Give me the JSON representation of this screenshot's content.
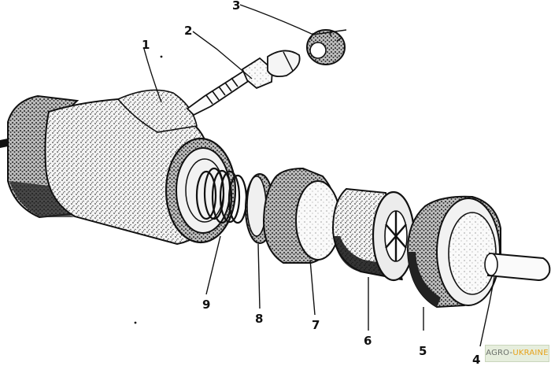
{
  "diagram": {
    "callouts": [
      {
        "id": "1",
        "label": "1"
      },
      {
        "id": "2",
        "label": "2"
      },
      {
        "id": "3",
        "label": "3"
      },
      {
        "id": "4",
        "label": "4"
      },
      {
        "id": "5",
        "label": "5"
      },
      {
        "id": "6",
        "label": "6"
      },
      {
        "id": "7",
        "label": "7"
      },
      {
        "id": "8",
        "label": "8"
      },
      {
        "id": "9",
        "label": "9"
      }
    ]
  },
  "watermark": {
    "part1": "AGRO-",
    "part2": "UKRAINE"
  },
  "colors": {
    "ink": "#111111",
    "stipple": "#555555",
    "watermark_bg": "#e6eedd",
    "watermark_accent": "#e7a21b"
  }
}
